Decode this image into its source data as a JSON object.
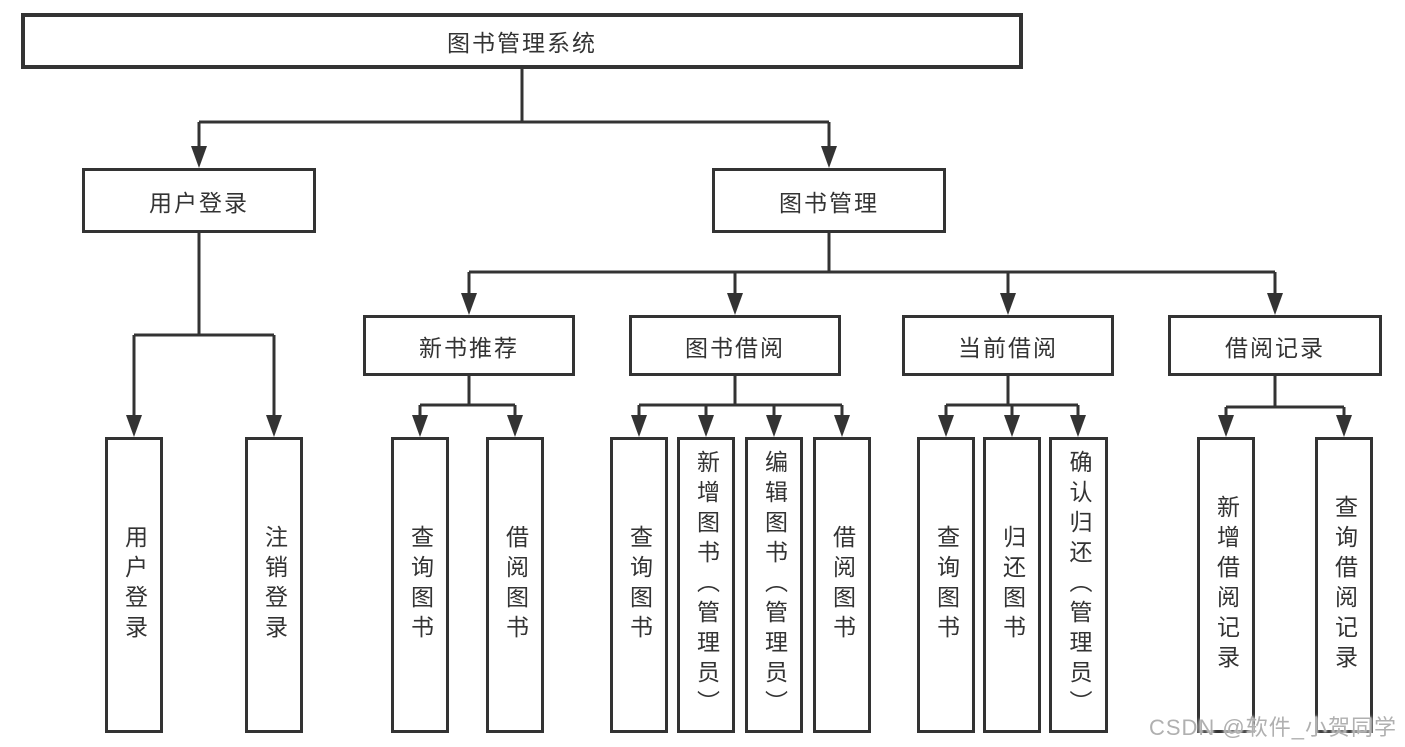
{
  "tree": {
    "label": "图书管理系统",
    "children": [
      {
        "label": "用户登录",
        "children": [
          {
            "label": "用户登录"
          },
          {
            "label": "注销登录"
          }
        ]
      },
      {
        "label": "图书管理",
        "children": [
          {
            "label": "新书推荐",
            "children": [
              {
                "label": "查询图书"
              },
              {
                "label": "借阅图书"
              }
            ]
          },
          {
            "label": "图书借阅",
            "children": [
              {
                "label": "查询图书"
              },
              {
                "label": "新增图书（管理员）"
              },
              {
                "label": "编辑图书（管理员）"
              },
              {
                "label": "借阅图书"
              }
            ]
          },
          {
            "label": "当前借阅",
            "children": [
              {
                "label": "查询图书"
              },
              {
                "label": "归还图书"
              },
              {
                "label": "确认归还（管理员）"
              }
            ]
          },
          {
            "label": "借阅记录",
            "children": [
              {
                "label": "新增借阅记录"
              },
              {
                "label": "查询借阅记录"
              }
            ]
          }
        ]
      }
    ]
  },
  "watermark": {
    "text": "CSDN @软件_小贺同学"
  },
  "colors": {
    "line": "#333333",
    "text": "#333333",
    "watermark": "#b0b0b0"
  }
}
